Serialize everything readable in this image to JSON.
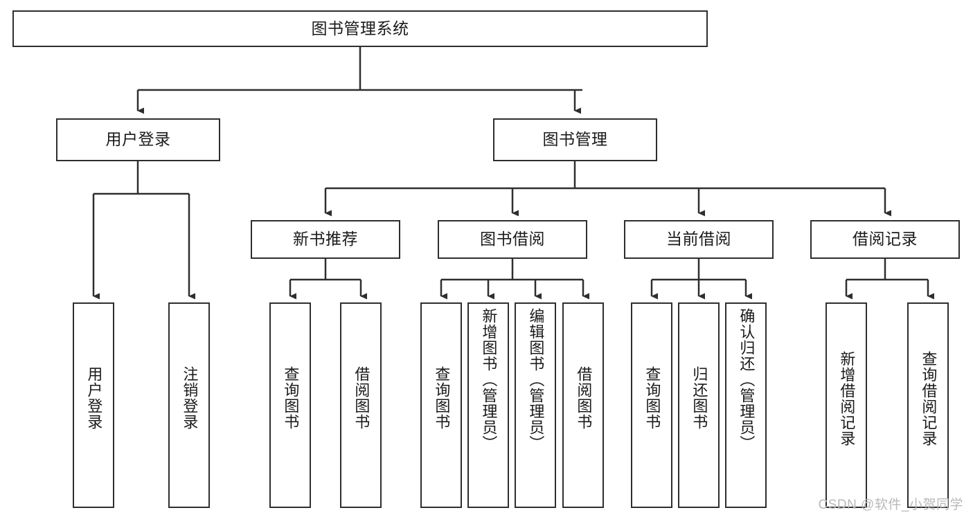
{
  "diagram": {
    "title": "图书管理系统",
    "type": "tree-hierarchy",
    "watermark": "CSDN @软件_小贺同学",
    "colors": {
      "stroke": "#2e2e2e",
      "fill": "#ffffff",
      "text": "#1a1a1a",
      "watermark": "#b9b9b9"
    },
    "nodes": {
      "root": {
        "label": "图书管理系统"
      },
      "level2": [
        {
          "id": "user-login",
          "label": "用户登录"
        },
        {
          "id": "book-manage",
          "label": "图书管理"
        }
      ],
      "level3": [
        {
          "id": "new-book-rec",
          "label": "新书推荐"
        },
        {
          "id": "book-borrow",
          "label": "图书借阅"
        },
        {
          "id": "current-borrow",
          "label": "当前借阅"
        },
        {
          "id": "borrow-record",
          "label": "借阅记录"
        }
      ],
      "leaves": [
        {
          "id": "leaf-user-login",
          "label": "用户登录",
          "parent": "user-login"
        },
        {
          "id": "leaf-logout",
          "label": "注销登录",
          "parent": "user-login"
        },
        {
          "id": "leaf-query-book-1",
          "label": "查询图书",
          "parent": "new-book-rec"
        },
        {
          "id": "leaf-borrow-book-1",
          "label": "借阅图书",
          "parent": "new-book-rec"
        },
        {
          "id": "leaf-query-book-2",
          "label": "查询图书",
          "parent": "book-borrow"
        },
        {
          "id": "leaf-add-book",
          "label": "新增图书（管理员）",
          "parent": "book-borrow"
        },
        {
          "id": "leaf-edit-book",
          "label": "编辑图书（管理员）",
          "parent": "book-borrow"
        },
        {
          "id": "leaf-borrow-book-2",
          "label": "借阅图书",
          "parent": "book-borrow"
        },
        {
          "id": "leaf-query-book-3",
          "label": "查询图书",
          "parent": "current-borrow"
        },
        {
          "id": "leaf-return-book",
          "label": "归还图书",
          "parent": "current-borrow"
        },
        {
          "id": "leaf-confirm-return",
          "label": "确认归还（管理员）",
          "parent": "current-borrow"
        },
        {
          "id": "leaf-add-record",
          "label": "新增借阅记录",
          "parent": "borrow-record"
        },
        {
          "id": "leaf-query-record",
          "label": "查询借阅记录",
          "parent": "borrow-record"
        }
      ]
    }
  }
}
